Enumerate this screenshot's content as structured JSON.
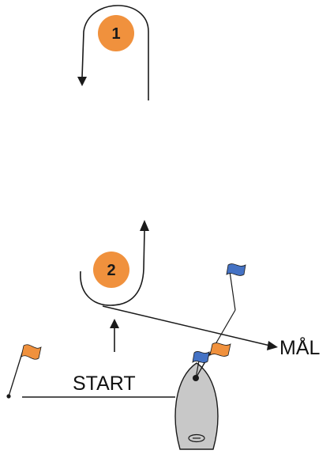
{
  "colors": {
    "mark_fill": "#F0913D",
    "orange_flag": "#F0913D",
    "blue_flag": "#4472C4",
    "boat_hull": "#C8C8C8",
    "line": "#1a1a1a"
  },
  "marks": [
    {
      "number": "1"
    },
    {
      "number": "2"
    }
  ],
  "labels": {
    "start": "START",
    "finish": "MÅL"
  },
  "icons": {
    "start_pin_flag": "orange-flag-icon",
    "committee_boat": "committee-boat-icon",
    "boat_flags": [
      "blue-flag-icon",
      "orange-flag-icon"
    ],
    "finish_flag": "blue-flag-icon"
  }
}
